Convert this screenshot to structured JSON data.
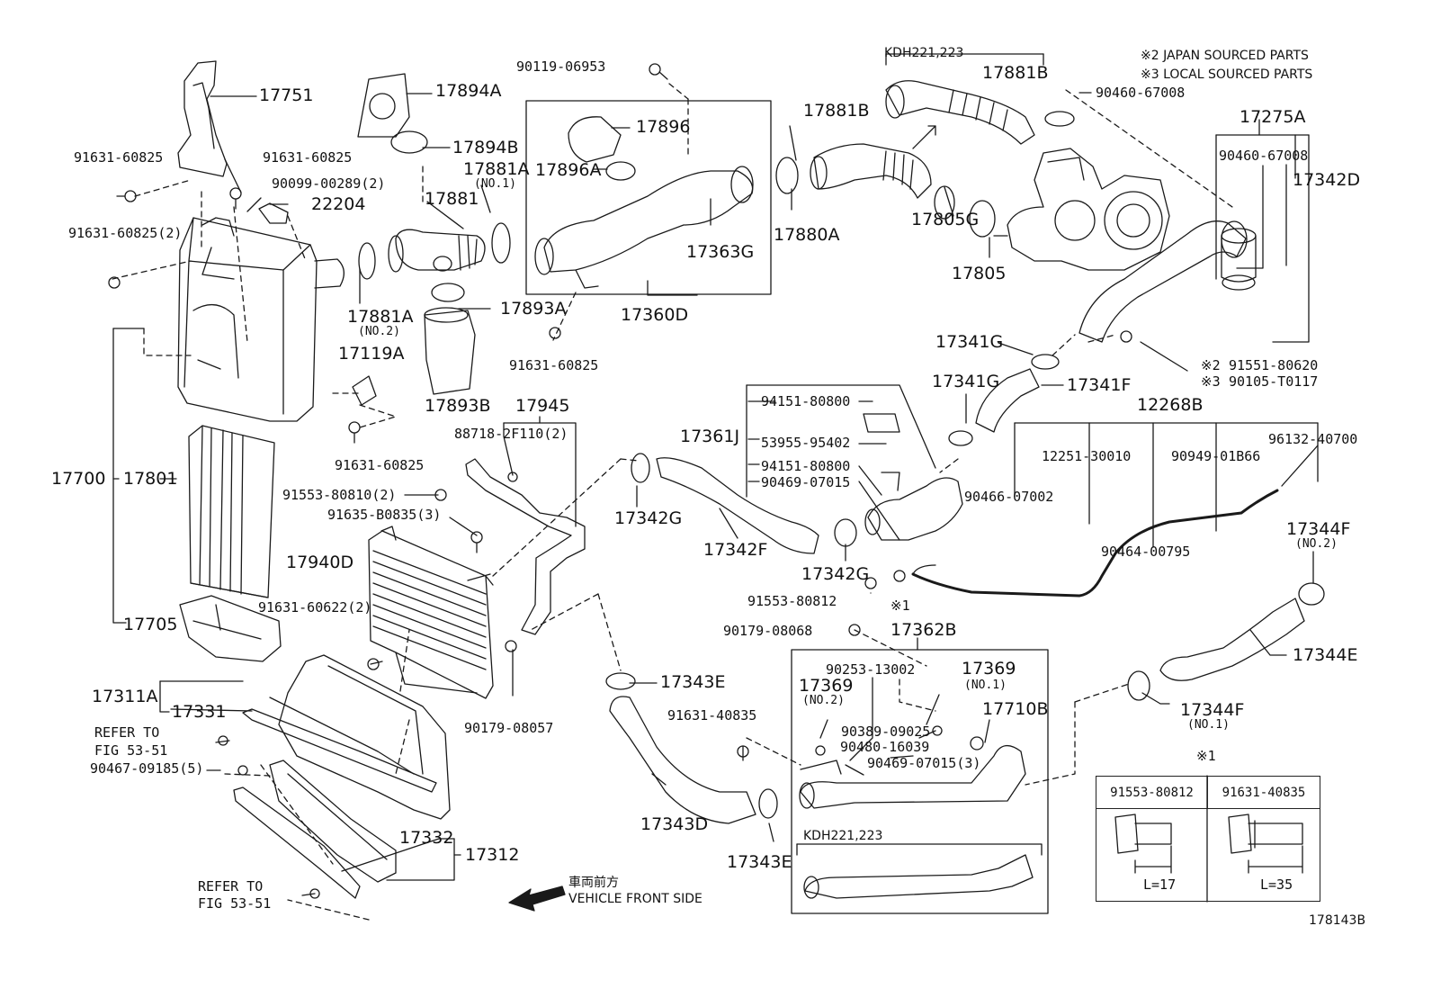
{
  "notes": {
    "japan": "※2 JAPAN SOURCED PARTS",
    "local": "※3 LOCAL SOURCED PARTS",
    "model_top": "KDH221,223",
    "model_bottom": "KDH221,223",
    "vehicle_front_jp": "車両前方",
    "vehicle_front_en": "VEHICLE FRONT SIDE",
    "figure_no": "178143B",
    "refer1a": "REFER TO",
    "refer1b": "FIG 53-51",
    "refer2a": "REFER TO",
    "refer2b": "FIG 53-51"
  },
  "table": {
    "title": "※1",
    "col1": "91553-80812",
    "col2": "91631-40835",
    "len1": "L=17",
    "len2": "L=35"
  },
  "labels": [
    {
      "id": "17751",
      "text": "17751",
      "size": "big"
    },
    {
      "id": "91631-60825-a",
      "text": "91631-60825",
      "size": "sm"
    },
    {
      "id": "91631-60825-b",
      "text": "91631-60825",
      "size": "sm"
    },
    {
      "id": "90099-00289",
      "text": "90099-00289(2)",
      "size": "sm"
    },
    {
      "id": "22204",
      "text": "22204",
      "size": "big"
    },
    {
      "id": "91631-60825-2",
      "text": "91631-60825(2)",
      "size": "sm"
    },
    {
      "id": "17894A",
      "text": "17894A",
      "size": "big"
    },
    {
      "id": "17894B",
      "text": "17894B",
      "size": "big"
    },
    {
      "id": "17881A-1",
      "text": "17881A",
      "size": "big"
    },
    {
      "id": "no1-a",
      "text": "(NO.1)",
      "size": "sub"
    },
    {
      "id": "17881",
      "text": "17881",
      "size": "big"
    },
    {
      "id": "17881A-2",
      "text": "17881A",
      "size": "big"
    },
    {
      "id": "no2-a",
      "text": "(NO.2)",
      "size": "sub"
    },
    {
      "id": "17893A",
      "text": "17893A",
      "size": "big"
    },
    {
      "id": "17119A",
      "text": "17119A",
      "size": "big"
    },
    {
      "id": "17893B",
      "text": "17893B",
      "size": "big"
    },
    {
      "id": "91631-60825-c",
      "text": "91631-60825",
      "size": "sm"
    },
    {
      "id": "90119-06953",
      "text": "90119-06953",
      "size": "sm"
    },
    {
      "id": "17896",
      "text": "17896",
      "size": "big"
    },
    {
      "id": "17896A",
      "text": "17896A",
      "size": "big"
    },
    {
      "id": "17363G",
      "text": "17363G",
      "size": "big"
    },
    {
      "id": "17360D",
      "text": "17360D",
      "size": "big"
    },
    {
      "id": "91631-60825-d",
      "text": "91631-60825",
      "size": "sm"
    },
    {
      "id": "17881B-1",
      "text": "17881B",
      "size": "big"
    },
    {
      "id": "17881B-2",
      "text": "17881B",
      "size": "big"
    },
    {
      "id": "17880A",
      "text": "17880A",
      "size": "big"
    },
    {
      "id": "17805G",
      "text": "17805G",
      "size": "big"
    },
    {
      "id": "17805",
      "text": "17805",
      "size": "big"
    },
    {
      "id": "90460-67008-a",
      "text": "90460-67008",
      "size": "sm"
    },
    {
      "id": "17275A",
      "text": "17275A",
      "size": "big"
    },
    {
      "id": "90460-67008-b",
      "text": "90460-67008",
      "size": "sm"
    },
    {
      "id": "17342D",
      "text": "17342D",
      "size": "big"
    },
    {
      "id": "17341G-1",
      "text": "17341G",
      "size": "big"
    },
    {
      "id": "17341G-2",
      "text": "17341G",
      "size": "big"
    },
    {
      "id": "17341F",
      "text": "17341F",
      "size": "big"
    },
    {
      "id": "ref2",
      "text": "※2",
      "size": "sm"
    },
    {
      "id": "91551-80620",
      "text": "91551-80620",
      "size": "sm"
    },
    {
      "id": "ref3",
      "text": "※3",
      "size": "sm"
    },
    {
      "id": "90105-T0117",
      "text": "90105-T0117",
      "size": "sm"
    },
    {
      "id": "12268B",
      "text": "12268B",
      "size": "big"
    },
    {
      "id": "96132-40700",
      "text": "96132-40700",
      "size": "sm"
    },
    {
      "id": "12251-30010",
      "text": "12251-30010",
      "size": "sm"
    },
    {
      "id": "90949-01B66",
      "text": "90949-01B66",
      "size": "sm"
    },
    {
      "id": "90466-07002",
      "text": "90466-07002",
      "size": "sm"
    },
    {
      "id": "90464-00795",
      "text": "90464-00795",
      "size": "sm"
    },
    {
      "id": "17344F-1",
      "text": "17344F",
      "size": "big"
    },
    {
      "id": "no2-b",
      "text": "(NO.2)",
      "size": "sub"
    },
    {
      "id": "17344E",
      "text": "17344E",
      "size": "big"
    },
    {
      "id": "17344F-2",
      "text": "17344F",
      "size": "big"
    },
    {
      "id": "no1-b",
      "text": "(NO.1)",
      "size": "sub"
    },
    {
      "id": "17361J",
      "text": "17361J",
      "size": "big"
    },
    {
      "id": "94151-80800-a",
      "text": "94151-80800",
      "size": "sm"
    },
    {
      "id": "53955-95402",
      "text": "53955-95402",
      "size": "sm"
    },
    {
      "id": "94151-80800-b",
      "text": "94151-80800",
      "size": "sm"
    },
    {
      "id": "90469-07015",
      "text": "90469-07015",
      "size": "sm"
    },
    {
      "id": "17342G-1",
      "text": "17342G",
      "size": "big"
    },
    {
      "id": "17342F",
      "text": "17342F",
      "size": "big"
    },
    {
      "id": "17342G-2",
      "text": "17342G",
      "size": "big"
    },
    {
      "id": "91553-80812",
      "text": "91553-80812",
      "size": "sm"
    },
    {
      "id": "ref1",
      "text": "※1",
      "size": "sm"
    },
    {
      "id": "90179-08068",
      "text": "90179-08068",
      "size": "sm"
    },
    {
      "id": "17362B",
      "text": "17362B",
      "size": "big"
    },
    {
      "id": "90253-13002",
      "text": "90253-13002",
      "size": "sm"
    },
    {
      "id": "17369-1",
      "text": "17369",
      "size": "big"
    },
    {
      "id": "no2-c",
      "text": "(NO.2)",
      "size": "sub"
    },
    {
      "id": "17369-2",
      "text": "17369",
      "size": "big"
    },
    {
      "id": "no1-c",
      "text": "(NO.1)",
      "size": "sub"
    },
    {
      "id": "17710B",
      "text": "17710B",
      "size": "big"
    },
    {
      "id": "90389-09025",
      "text": "90389-09025",
      "size": "sm"
    },
    {
      "id": "90480-16039",
      "text": "90480-16039",
      "size": "sm"
    },
    {
      "id": "90469-07015-3",
      "text": "90469-07015(3)",
      "size": "sm"
    },
    {
      "id": "91631-40835",
      "text": "91631-40835",
      "size": "sm"
    },
    {
      "id": "17343E-1",
      "text": "17343E",
      "size": "big"
    },
    {
      "id": "17343D",
      "text": "17343D",
      "size": "big"
    },
    {
      "id": "17343E-2",
      "text": "17343E",
      "size": "big"
    },
    {
      "id": "17945",
      "text": "17945",
      "size": "big"
    },
    {
      "id": "88718-2F110",
      "text": "88718-2F110(2)",
      "size": "sm"
    },
    {
      "id": "91553-80810",
      "text": "91553-80810(2)",
      "size": "sm"
    },
    {
      "id": "91635-B0835",
      "text": "91635-B0835(3)",
      "size": "sm"
    },
    {
      "id": "17940D",
      "text": "17940D",
      "size": "big"
    },
    {
      "id": "91631-60622",
      "text": "91631-60622(2)",
      "size": "sm"
    },
    {
      "id": "90179-08057",
      "text": "90179-08057",
      "size": "sm"
    },
    {
      "id": "17700",
      "text": "17700",
      "size": "big"
    },
    {
      "id": "17801",
      "text": "17801",
      "size": "big"
    },
    {
      "id": "17705",
      "text": "17705",
      "size": "big"
    },
    {
      "id": "17311A",
      "text": "17311A",
      "size": "big"
    },
    {
      "id": "17331",
      "text": "17331",
      "size": "big"
    },
    {
      "id": "90467-09185",
      "text": "90467-09185(5)",
      "size": "sm"
    },
    {
      "id": "17332",
      "text": "17332",
      "size": "big"
    },
    {
      "id": "17312",
      "text": "17312",
      "size": "big"
    }
  ]
}
